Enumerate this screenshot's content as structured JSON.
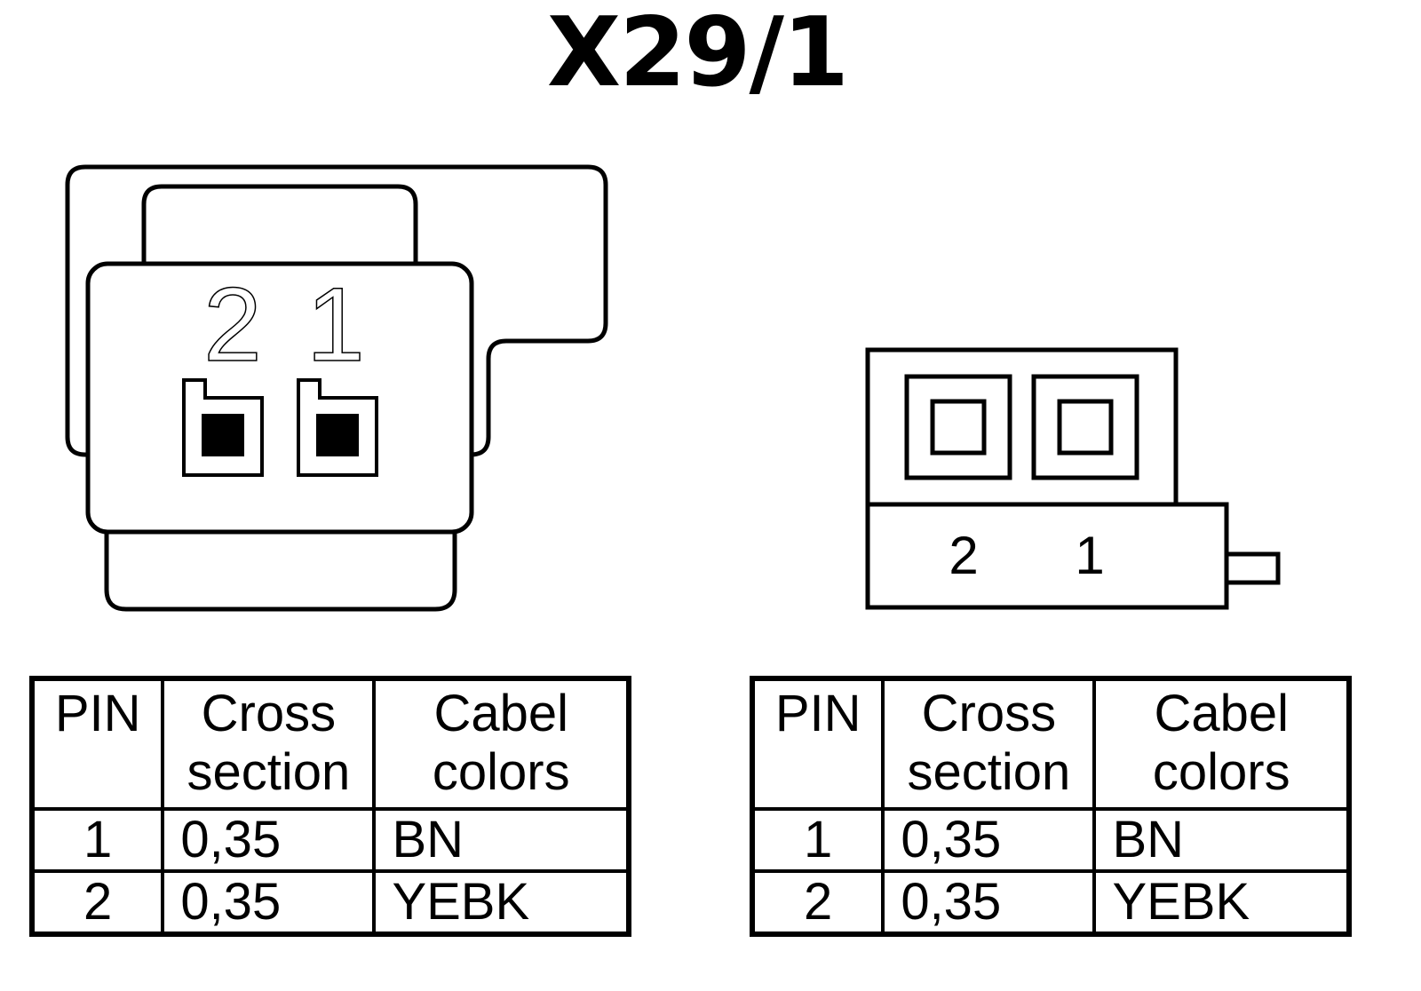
{
  "title": "X29/1",
  "connector_left": {
    "pin_numbers": [
      "2",
      "1"
    ]
  },
  "connector_right": {
    "pin_numbers": [
      "2",
      "1"
    ]
  },
  "tables": [
    {
      "headers": [
        {
          "lines": [
            "PIN"
          ]
        },
        {
          "lines": [
            "Cross",
            "section"
          ]
        },
        {
          "lines": [
            "Cabel",
            "colors"
          ]
        }
      ],
      "rows": [
        {
          "pin": "1",
          "cross_section": "0,35",
          "color": "BN"
        },
        {
          "pin": "2",
          "cross_section": "0,35",
          "color": "YEBK"
        }
      ]
    },
    {
      "headers": [
        {
          "lines": [
            "PIN"
          ]
        },
        {
          "lines": [
            "Cross",
            "section"
          ]
        },
        {
          "lines": [
            "Cabel",
            "colors"
          ]
        }
      ],
      "rows": [
        {
          "pin": "1",
          "cross_section": "0,35",
          "color": "BN"
        },
        {
          "pin": "2",
          "cross_section": "0,35",
          "color": "YEBK"
        }
      ]
    }
  ]
}
